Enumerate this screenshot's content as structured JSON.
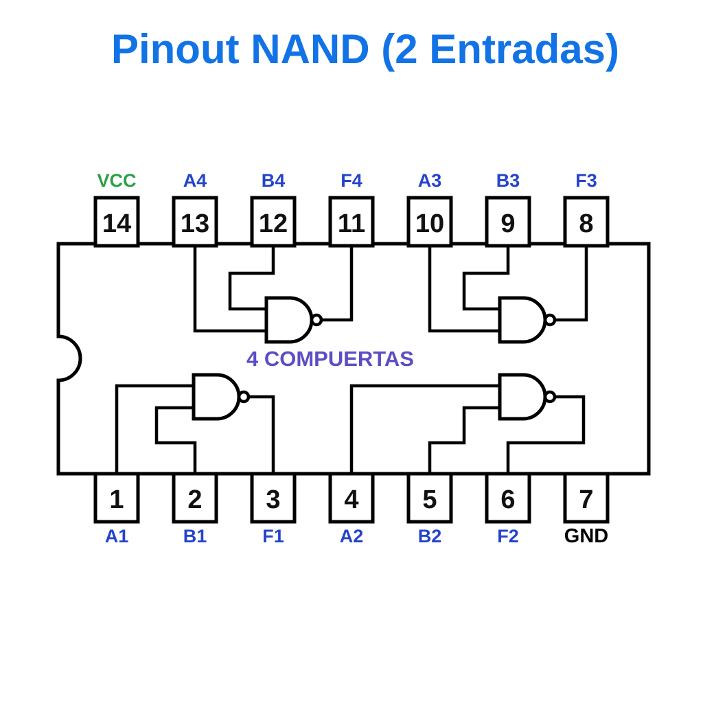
{
  "title": "Pinout NAND (2 Entradas)",
  "center_label": "4 COMPUERTAS",
  "colors": {
    "title": "#1273e6",
    "pin_label": "#2544cc",
    "vcc": "#2ca044",
    "gnd": "#000000",
    "center_label": "#5b4ec4",
    "outline": "#000000"
  },
  "top_pins": [
    {
      "number": "14",
      "label": "VCC"
    },
    {
      "number": "13",
      "label": "A4"
    },
    {
      "number": "12",
      "label": "B4"
    },
    {
      "number": "11",
      "label": "F4"
    },
    {
      "number": "10",
      "label": "A3"
    },
    {
      "number": "9",
      "label": "B3"
    },
    {
      "number": "8",
      "label": "F3"
    }
  ],
  "bottom_pins": [
    {
      "number": "1",
      "label": "A1"
    },
    {
      "number": "2",
      "label": "B1"
    },
    {
      "number": "3",
      "label": "F1"
    },
    {
      "number": "4",
      "label": "A2"
    },
    {
      "number": "5",
      "label": "B2"
    },
    {
      "number": "6",
      "label": "F2"
    },
    {
      "number": "7",
      "label": "GND"
    }
  ]
}
